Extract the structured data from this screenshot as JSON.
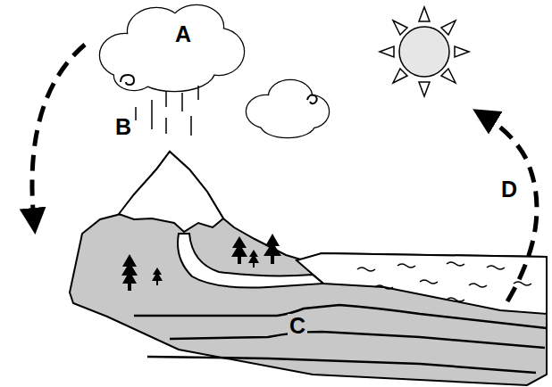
{
  "diagram": {
    "labels": [
      "A",
      "B",
      "D",
      "C"
    ]
  }
}
